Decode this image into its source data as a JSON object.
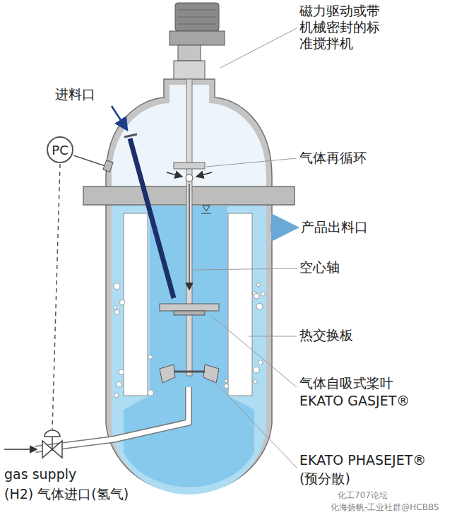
{
  "diagram": {
    "nodes": [
      {
        "text": [
          "PC"
        ]
      }
    ],
    "labels": [
      "进料口",
      "磁力驱动或带机械密封的标准搅拌机",
      "气体再循环",
      "产品出料口",
      "空心轴",
      "热交换板",
      "气体自吸式桨叶",
      "EKATO GASJET®",
      "EKATO PHASEJET®",
      "(预分散)",
      "gas supply",
      "(H2) 气体进口(氢气)",
      "化工707论坛",
      "化海扬帆-工业社群@HCBBS"
    ]
  }
}
